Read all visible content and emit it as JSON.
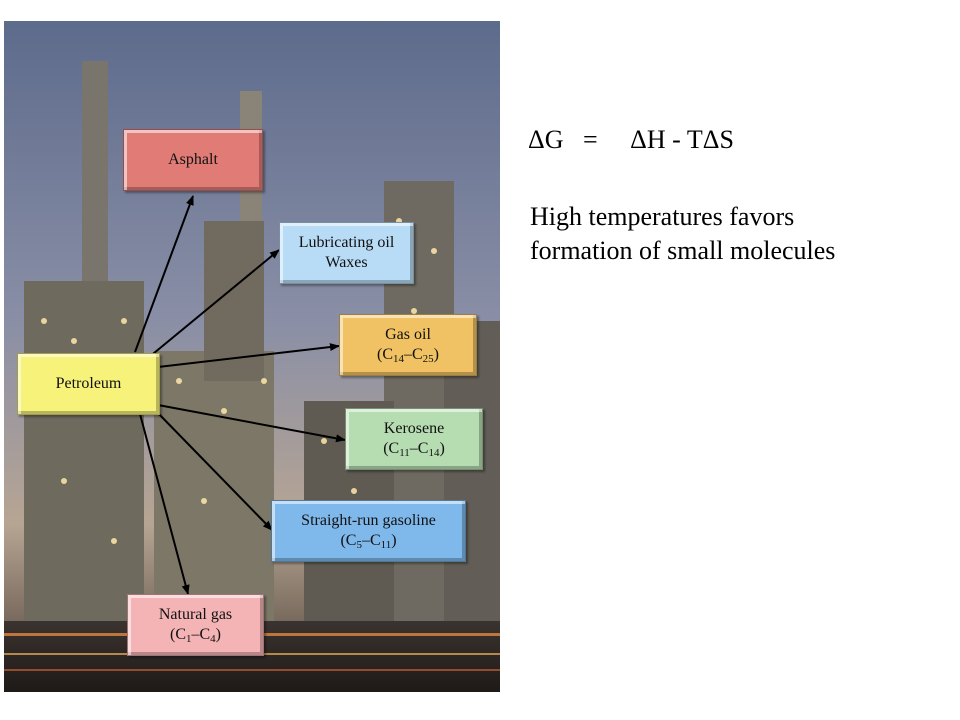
{
  "equation": {
    "lhs": "ΔG",
    "eq": "=",
    "rhs": "ΔH - TΔS"
  },
  "note": {
    "line1": "High temperatures favors",
    "line2": "formation of small molecules"
  },
  "source": {
    "label": "Petroleum",
    "color": "#f7f27a"
  },
  "fractions": [
    {
      "id": "asphalt",
      "line1": "Asphalt",
      "line2": "",
      "color": "#e07b76"
    },
    {
      "id": "lubricating",
      "line1": "Lubricating oil",
      "line2": "Waxes",
      "color": "#b9dcf6"
    },
    {
      "id": "gas-oil",
      "line1": "Gas oil",
      "line2": "",
      "formula": {
        "a": "14",
        "b": "25"
      },
      "color": "#f0c264"
    },
    {
      "id": "kerosene",
      "line1": "Kerosene",
      "line2": "",
      "formula": {
        "a": "11",
        "b": "14"
      },
      "color": "#b6dcb1"
    },
    {
      "id": "gasoline",
      "line1": "Straight-run gasoline",
      "line2": "",
      "formula": {
        "a": "5",
        "b": "11"
      },
      "color": "#7fb8ea"
    },
    {
      "id": "natural-gas",
      "line1": "Natural gas",
      "line2": "",
      "formula": {
        "a": "1",
        "b": "4"
      },
      "color": "#f4b3b5"
    }
  ]
}
